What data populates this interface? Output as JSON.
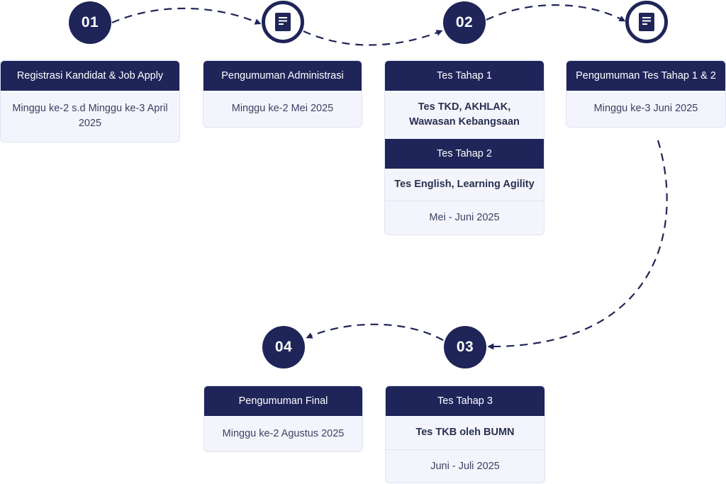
{
  "steps": {
    "s01": {
      "label": "01"
    },
    "s02": {
      "label": "02"
    },
    "s03": {
      "label": "03"
    },
    "s04": {
      "label": "04"
    }
  },
  "icons": {
    "doc_a": "document-icon",
    "doc_b": "document-icon"
  },
  "cards": {
    "registrasi": {
      "title": "Registrasi Kandidat  & Job Apply",
      "date": "Minggu ke-2 s.d Minggu ke-3 April 2025"
    },
    "pengumuman_admin": {
      "title": "Pengumuman Administrasi",
      "date": "Minggu ke-2 Mei 2025"
    },
    "tes_tahap": {
      "tahap1_title": "Tes Tahap 1",
      "tahap1_detail": "Tes TKD, AKHLAK, Wawasan Kebangsaan",
      "tahap2_title": "Tes Tahap 2",
      "tahap2_detail": "Tes English, Learning Agility",
      "date": "Mei - Juni 2025"
    },
    "pengumuman_tes": {
      "title": "Pengumuman Tes Tahap 1 & 2",
      "date": "Minggu ke-3 Juni 2025"
    },
    "tes_tahap3": {
      "title": "Tes Tahap 3",
      "detail": "Tes TKB oleh BUMN",
      "date": "Juni - Juli 2025"
    },
    "pengumuman_final": {
      "title": "Pengumuman Final",
      "date": "Minggu ke-2 Agustus 2025"
    }
  },
  "colors": {
    "primary": "#1f2559",
    "card_bg": "#f4f5fc",
    "card_border": "#dfe3f3"
  }
}
